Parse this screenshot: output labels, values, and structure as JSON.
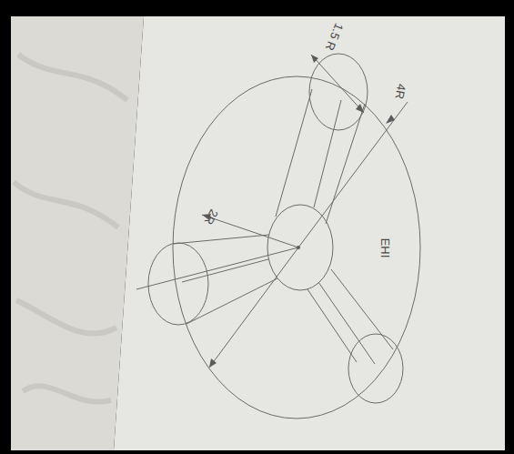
{
  "diagram": {
    "labels": [
      "1.5 R",
      "4R",
      "2R",
      "EHI"
    ]
  }
}
